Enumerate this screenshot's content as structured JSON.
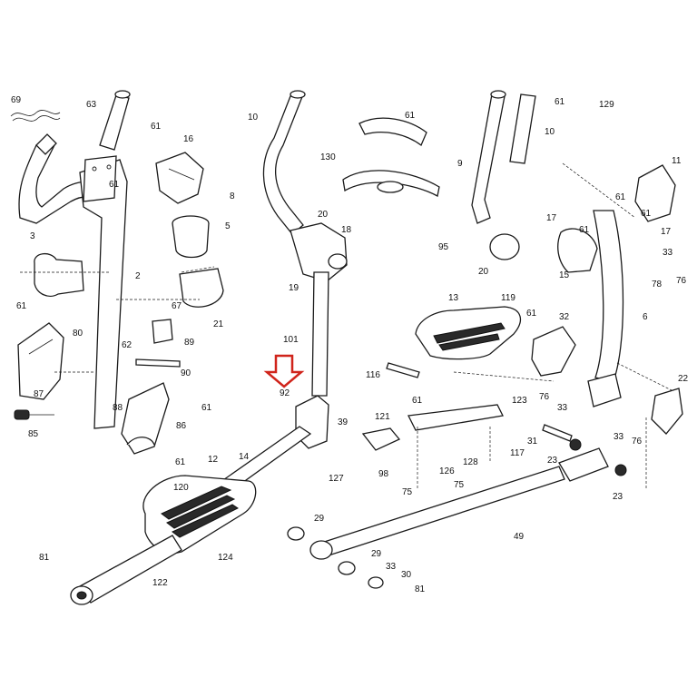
{
  "highlight": {
    "part": "92",
    "arrow_color": "#d0241b"
  },
  "labels": [
    "69",
    "63",
    "61",
    "16",
    "10",
    "130",
    "61",
    "129",
    "10",
    "61",
    "9",
    "11",
    "61",
    "61",
    "61",
    "5",
    "8",
    "20",
    "18",
    "17",
    "95",
    "20",
    "61",
    "17",
    "33",
    "3",
    "2",
    "15",
    "78",
    "76",
    "19",
    "13",
    "119",
    "21",
    "67",
    "61",
    "62",
    "89",
    "80",
    "61",
    "32",
    "6",
    "101",
    "116",
    "90",
    "87",
    "92",
    "61",
    "76",
    "33",
    "22",
    "123",
    "88",
    "61",
    "39",
    "86",
    "121",
    "85",
    "117",
    "31",
    "33",
    "76",
    "61",
    "127",
    "98",
    "126",
    "128",
    "23",
    "12",
    "14",
    "75",
    "75",
    "23",
    "120",
    "29",
    "49",
    "124",
    "29",
    "33",
    "81",
    "122",
    "30",
    "81"
  ]
}
